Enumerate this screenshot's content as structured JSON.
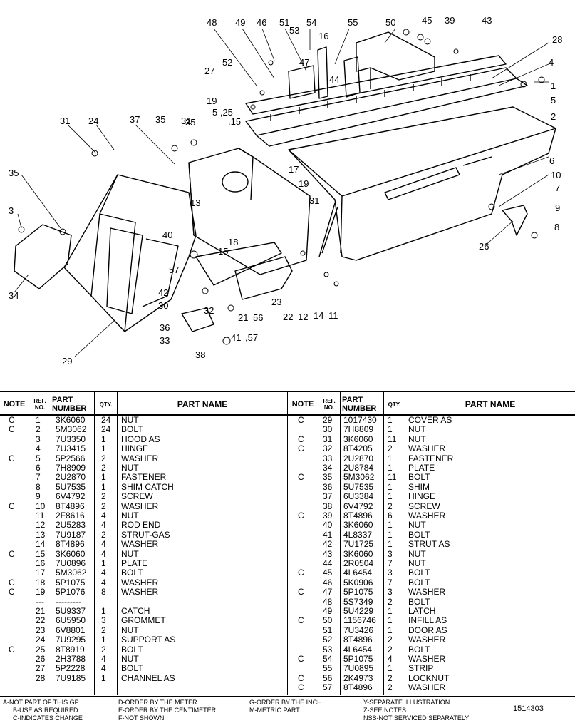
{
  "callouts": [
    "48",
    "49",
    "46",
    "51",
    "53",
    "54",
    "16",
    "55",
    "50",
    "45",
    "39",
    "43",
    "28",
    "4",
    "1",
    "5",
    "2",
    "52",
    "27",
    "47",
    "44",
    "19",
    "5 ,25",
    ".15",
    "37",
    "35",
    "31",
    "24",
    "31",
    "35",
    "3",
    "6",
    "10",
    "7",
    "9",
    "8",
    "26",
    "19",
    "17",
    "13",
    "31",
    "35",
    "40",
    "18",
    "15",
    "57",
    "42",
    "30",
    "32",
    "36",
    "33",
    "38",
    "41",
    ",57",
    "21",
    "56",
    "23",
    "22",
    "12",
    "14",
    "11",
    "34",
    "29"
  ],
  "table": {
    "headers": {
      "note": "NOTE",
      "ref": "REF.\nNO.",
      "part_number": "PART\nNUMBER",
      "qty": "QTY.",
      "part_name": "PART NAME"
    },
    "left_rows": [
      {
        "note": "C",
        "ref": "1",
        "pn": "3K6060",
        "qty": "24",
        "name": "NUT"
      },
      {
        "note": "C",
        "ref": "2",
        "pn": "5M3062",
        "qty": "24",
        "name": "BOLT"
      },
      {
        "note": "",
        "ref": "3",
        "pn": "7U3350",
        "qty": "1",
        "name": "HOOD AS"
      },
      {
        "note": "",
        "ref": "4",
        "pn": "7U3415",
        "qty": "1",
        "name": "HINGE"
      },
      {
        "note": "C",
        "ref": "5",
        "pn": "5P2566",
        "qty": "2",
        "name": "WASHER"
      },
      {
        "note": "",
        "ref": "6",
        "pn": "7H8909",
        "qty": "2",
        "name": "NUT"
      },
      {
        "note": "",
        "ref": "7",
        "pn": "2U2870",
        "qty": "1",
        "name": "FASTENER"
      },
      {
        "note": "",
        "ref": "8",
        "pn": "5U7535",
        "qty": "1",
        "name": "SHIM CATCH"
      },
      {
        "note": "",
        "ref": "9",
        "pn": "6V4792",
        "qty": "2",
        "name": "SCREW"
      },
      {
        "note": "C",
        "ref": "10",
        "pn": "8T4896",
        "qty": "2",
        "name": "WASHER"
      },
      {
        "note": "",
        "ref": "11",
        "pn": "2F8616",
        "qty": "4",
        "name": "NUT"
      },
      {
        "note": "",
        "ref": "12",
        "pn": "2U5283",
        "qty": "4",
        "name": "ROD END"
      },
      {
        "note": "",
        "ref": "13",
        "pn": "7U9187",
        "qty": "2",
        "name": "STRUT-GAS"
      },
      {
        "note": "",
        "ref": "14",
        "pn": "8T4896",
        "qty": "4",
        "name": "WASHER"
      },
      {
        "note": "C",
        "ref": "15",
        "pn": "3K6060",
        "qty": "4",
        "name": "NUT"
      },
      {
        "note": "",
        "ref": "16",
        "pn": "7U0896",
        "qty": "1",
        "name": "PLATE"
      },
      {
        "note": "",
        "ref": "17",
        "pn": "5M3062",
        "qty": "4",
        "name": "BOLT"
      },
      {
        "note": "C",
        "ref": "18",
        "pn": "5P1075",
        "qty": "4",
        "name": "WASHER"
      },
      {
        "note": "C",
        "ref": "19",
        "pn": "5P1076",
        "qty": "8",
        "name": "WASHER"
      },
      {
        "note": "",
        "ref": "---",
        "pn": "---------",
        "qty": "",
        "name": ""
      },
      {
        "note": "",
        "ref": "21",
        "pn": "5U9337",
        "qty": "1",
        "name": "CATCH"
      },
      {
        "note": "",
        "ref": "22",
        "pn": "6U5950",
        "qty": "3",
        "name": "GROMMET"
      },
      {
        "note": "",
        "ref": "23",
        "pn": "6V8801",
        "qty": "2",
        "name": "NUT"
      },
      {
        "note": "",
        "ref": "24",
        "pn": "7U9295",
        "qty": "1",
        "name": "SUPPORT AS"
      },
      {
        "note": "C",
        "ref": "25",
        "pn": "8T8919",
        "qty": "2",
        "name": "BOLT"
      },
      {
        "note": "",
        "ref": "26",
        "pn": "2H3788",
        "qty": "4",
        "name": "NUT"
      },
      {
        "note": "",
        "ref": "27",
        "pn": "5P2228",
        "qty": "4",
        "name": "BOLT"
      },
      {
        "note": "",
        "ref": "28",
        "pn": "7U9185",
        "qty": "1",
        "name": "CHANNEL AS"
      }
    ],
    "right_rows": [
      {
        "note": "C",
        "ref": "29",
        "pn": "1017430",
        "qty": "1",
        "name": "COVER AS"
      },
      {
        "note": "",
        "ref": "30",
        "pn": "7H8809",
        "qty": "1",
        "name": "NUT"
      },
      {
        "note": "C",
        "ref": "31",
        "pn": "3K6060",
        "qty": "11",
        "name": "NUT"
      },
      {
        "note": "C",
        "ref": "32",
        "pn": "8T4205",
        "qty": "2",
        "name": "WASHER"
      },
      {
        "note": "",
        "ref": "33",
        "pn": "2U2870",
        "qty": "1",
        "name": "FASTENER"
      },
      {
        "note": "",
        "ref": "34",
        "pn": "2U8784",
        "qty": "1",
        "name": "PLATE"
      },
      {
        "note": "C",
        "ref": "35",
        "pn": "5M3062",
        "qty": "11",
        "name": "BOLT"
      },
      {
        "note": "",
        "ref": "36",
        "pn": "5U7535",
        "qty": "1",
        "name": "SHIM"
      },
      {
        "note": "",
        "ref": "37",
        "pn": "6U3384",
        "qty": "1",
        "name": "HINGE"
      },
      {
        "note": "",
        "ref": "38",
        "pn": "6V4792",
        "qty": "2",
        "name": "SCREW"
      },
      {
        "note": "C",
        "ref": "39",
        "pn": "8T4896",
        "qty": "6",
        "name": "WASHER"
      },
      {
        "note": "",
        "ref": "40",
        "pn": "3K6060",
        "qty": "1",
        "name": "NUT"
      },
      {
        "note": "",
        "ref": "41",
        "pn": "4L8337",
        "qty": "1",
        "name": "BOLT"
      },
      {
        "note": "",
        "ref": "42",
        "pn": "7U1725",
        "qty": "1",
        "name": "STRUT AS"
      },
      {
        "note": "",
        "ref": "43",
        "pn": "3K6060",
        "qty": "3",
        "name": "NUT"
      },
      {
        "note": "",
        "ref": "44",
        "pn": "2R0504",
        "qty": "7",
        "name": "NUT"
      },
      {
        "note": "C",
        "ref": "45",
        "pn": "4L6454",
        "qty": "3",
        "name": "BOLT"
      },
      {
        "note": "",
        "ref": "46",
        "pn": "5K0906",
        "qty": "7",
        "name": "BOLT"
      },
      {
        "note": "C",
        "ref": "47",
        "pn": "5P1075",
        "qty": "3",
        "name": "WASHER"
      },
      {
        "note": "",
        "ref": "48",
        "pn": "5S7349",
        "qty": "2",
        "name": "BOLT"
      },
      {
        "note": "",
        "ref": "49",
        "pn": "5U4229",
        "qty": "1",
        "name": "LATCH"
      },
      {
        "note": "C",
        "ref": "50",
        "pn": "1156746",
        "qty": "1",
        "name": "INFILL AS"
      },
      {
        "note": "",
        "ref": "51",
        "pn": "7U3426",
        "qty": "1",
        "name": "DOOR AS"
      },
      {
        "note": "",
        "ref": "52",
        "pn": "8T4896",
        "qty": "2",
        "name": "WASHER"
      },
      {
        "note": "",
        "ref": "53",
        "pn": "4L6454",
        "qty": "2",
        "name": "BOLT"
      },
      {
        "note": "C",
        "ref": "54",
        "pn": "5P1075",
        "qty": "4",
        "name": "WASHER"
      },
      {
        "note": "",
        "ref": "55",
        "pn": "7U0895",
        "qty": "1",
        "name": "STRIP"
      },
      {
        "note": "C",
        "ref": "56",
        "pn": "2K4973",
        "qty": "2",
        "name": "LOCKNUT"
      },
      {
        "note": "C",
        "ref": "57",
        "pn": "8T4896",
        "qty": "2",
        "name": "WASHER"
      }
    ]
  },
  "footer": {
    "a": "A-NOT PART OF THIS GP.",
    "b": "B-USE AS REQUIRED",
    "c": "C-INDICATES CHANGE",
    "d": "D-ORDER BY THE METER",
    "e": "E-ORDER BY THE CENTIMETER",
    "f": "F-NOT SHOWN",
    "g": "G-ORDER BY THE INCH",
    "m": "M-METRIC PART",
    "y": "Y-SEPARATE ILLUSTRATION",
    "z": "Z-SEE NOTES",
    "nss": "NSS-NOT SERVICED SEPARATELY",
    "doc_number": "1514303"
  }
}
